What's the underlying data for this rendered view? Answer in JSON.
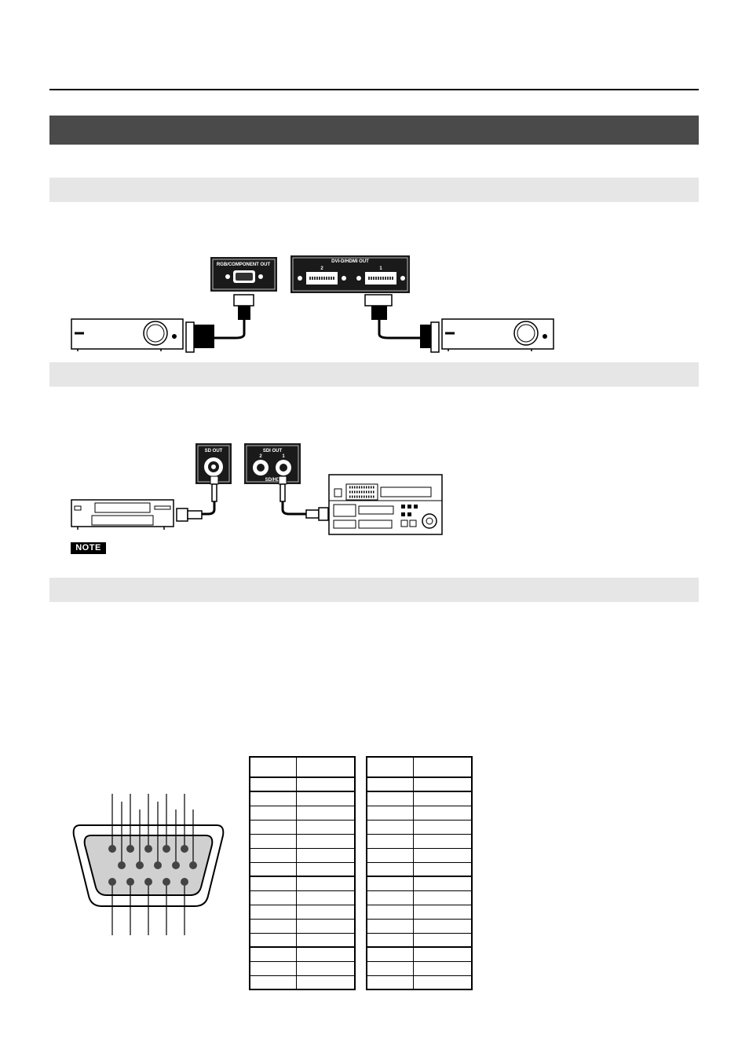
{
  "page": {
    "header_rule": true,
    "section_banner": "",
    "subsections": [
      {
        "title": ""
      },
      {
        "title": ""
      },
      {
        "title": ""
      }
    ]
  },
  "diagram_rgb_dvi": {
    "panel_left_label": "RGB/COMPONENT OUT",
    "panel_right_label": "DVI-D/HDMI OUT",
    "panel_right_port_2": "2",
    "panel_right_port_1": "1"
  },
  "diagram_sdi": {
    "panel_left_label": "SD OUT",
    "panel_right_label": "SDI OUT",
    "panel_right_port_2": "2",
    "panel_right_port_1": "1",
    "panel_right_sublabel": "SD/HD"
  },
  "note": {
    "badge": "NOTE"
  },
  "pin_tables": {
    "left": {
      "rows": 15
    },
    "right": {
      "rows": 15
    }
  },
  "colors": {
    "banner": "#4a4a4a",
    "band": "#e6e6e6",
    "connector_fill": "#d0d0d0"
  }
}
